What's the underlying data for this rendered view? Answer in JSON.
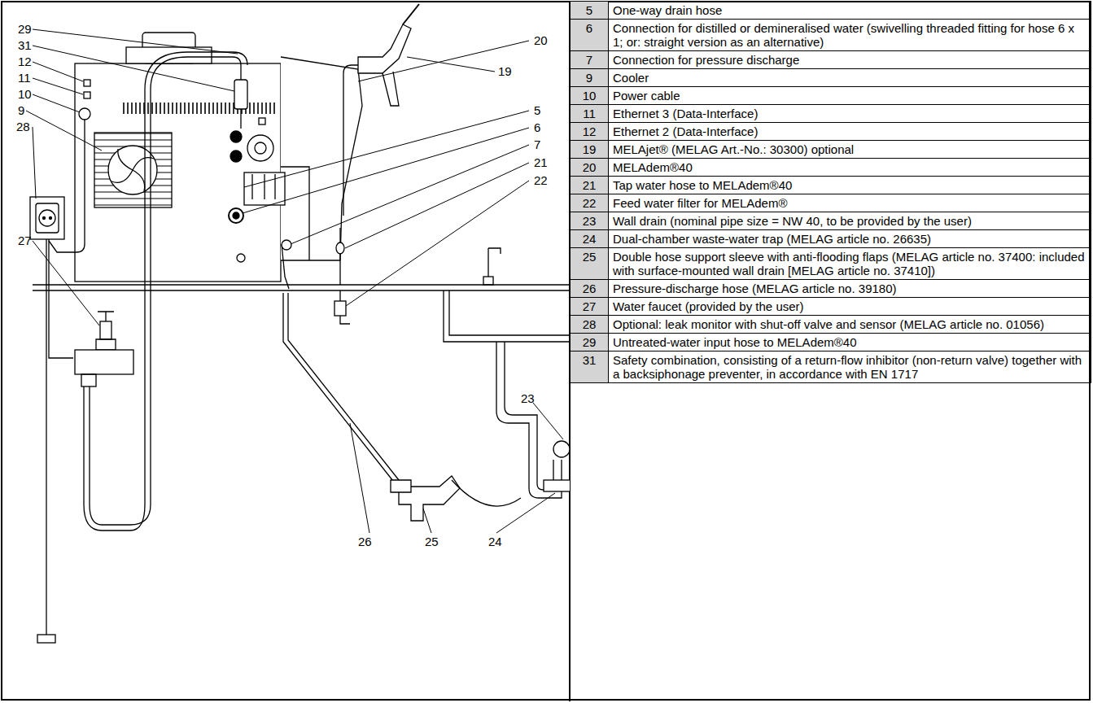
{
  "diagram": {
    "labels": [
      "29",
      "31",
      "12",
      "11",
      "10",
      "9",
      "28",
      "27",
      "19",
      "20",
      "5",
      "6",
      "7",
      "21",
      "22",
      "23",
      "26",
      "25",
      "24",
      "5",
      "One-way drain hose",
      "6",
      "Connection for distilled or demineralised water (swivelling threaded fitting for hose 6 x 1; or: straight version as an alternative)",
      "7",
      "Connection for pressure discharge",
      "9",
      "Cooler",
      "10",
      "Power cable",
      "11",
      "Ethernet 3 (Data-Interface)",
      "12",
      "Ethernet 2 (Data-Interface)",
      "19",
      "MELAjet® (MELAG Art.-No.: 30300) optional",
      "20",
      "MELAdem®40",
      "21",
      "Tap water hose to MELAdem®40",
      "22",
      "Feed water filter for MELAdem®",
      "23",
      "Wall drain (nominal pipe size = NW 40, to be provided by the user)",
      "24",
      "Dual-chamber waste-water trap (MELAG article no. 26635)",
      "25",
      "Double hose support sleeve with anti-flooding flaps (MELAG article no. 37400: included with surface-mounted wall drain [MELAG article no. 37410])",
      "26",
      "Pressure-discharge hose (MELAG article no. 39180)",
      "27",
      "Water faucet (provided by the user)",
      "28",
      "Optional: leak monitor with shut-off valve and sensor (MELAG article no. 01056)",
      "29",
      "Untreated-water input hose to MELAdem®40",
      "31",
      "Safety combination, consisting of a return-flow inhibitor (non-return valve) together with a backsiphonage preventer, in accordance with EN 1717"
    ]
  }
}
